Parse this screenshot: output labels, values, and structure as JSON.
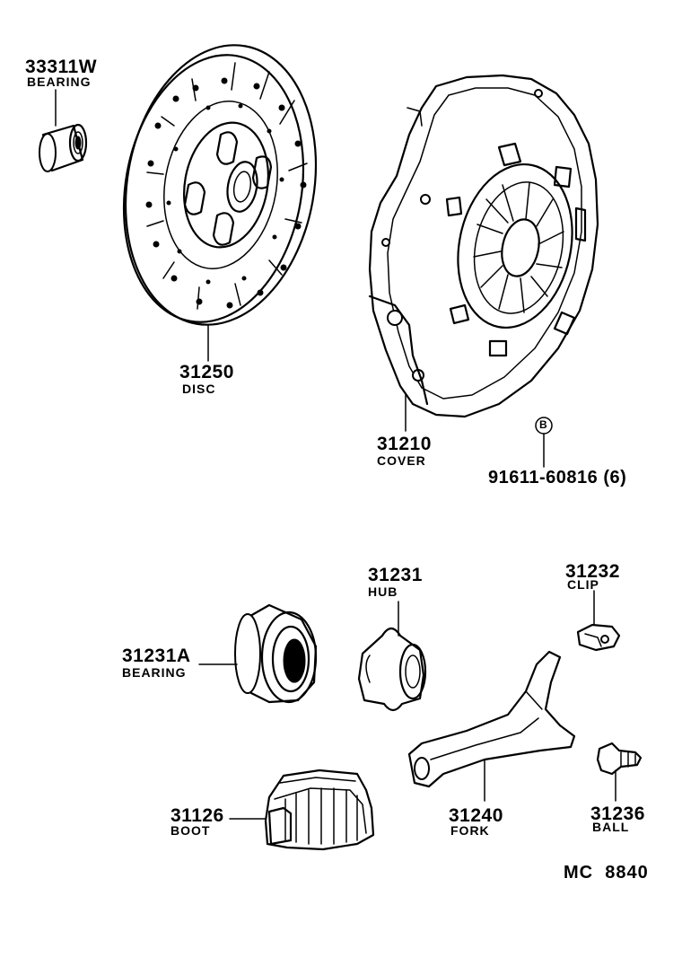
{
  "diagram_code": "MC  8840",
  "bolt_marker": "B",
  "parts": [
    {
      "id": "bearing_pilot",
      "number": "33311W",
      "name": "BEARING"
    },
    {
      "id": "disc",
      "number": "31250",
      "name": "DISC"
    },
    {
      "id": "cover",
      "number": "31210",
      "name": "COVER"
    },
    {
      "id": "bolt",
      "number": "91611-60816 (6)",
      "name": ""
    },
    {
      "id": "hub",
      "number": "31231",
      "name": "HUB"
    },
    {
      "id": "clip",
      "number": "31232",
      "name": "CLIP"
    },
    {
      "id": "release_bearing",
      "number": "31231A",
      "name": "BEARING"
    },
    {
      "id": "boot",
      "number": "31126",
      "name": "BOOT"
    },
    {
      "id": "fork",
      "number": "31240",
      "name": "FORK"
    },
    {
      "id": "ball",
      "number": "31236",
      "name": "BALL"
    }
  ]
}
